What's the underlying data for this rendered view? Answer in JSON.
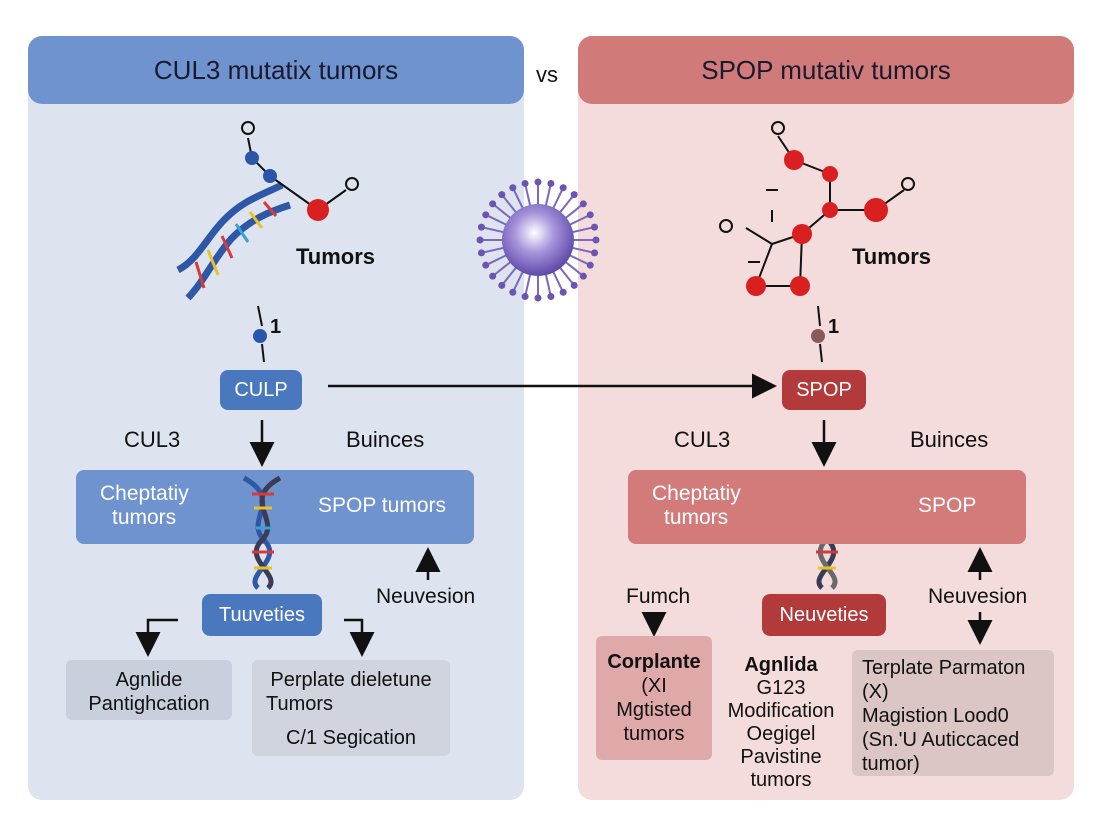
{
  "header": {
    "left_title": "CUL3 mutatix tumors",
    "vs": "vs",
    "right_title": "SPOP mutativ tumors"
  },
  "left": {
    "tumors_label": "Tumors",
    "marker_label": "1",
    "main_pill": "CULP",
    "label_left": "CUL3",
    "label_right": "Buinces",
    "band_left_line1": "Cheptatiy",
    "band_left_line2": "tumors",
    "band_right": "SPOP tumors",
    "sub_pill": "Tuuveties",
    "neuvesion": "Neuvesion",
    "card1": {
      "line1": "Agnlide",
      "line2": "Pantighcation"
    },
    "card2": {
      "line1": "Perplate dieletune",
      "line2": "Tumors",
      "line3": "C/1 Segication"
    }
  },
  "right": {
    "tumors_label": "Tumors",
    "marker_label": "1",
    "main_pill": "SPOP",
    "label_left": "CUL3",
    "label_right": "Buinces",
    "band_left_line1": "Cheptatiy",
    "band_left_line2": "tumors",
    "band_right": "SPOP",
    "sub_pill": "Neuveties",
    "fumch": "Fumch",
    "neuvesion": "Neuvesion",
    "card1": {
      "line1": "Corplante",
      "line2": "(XI",
      "line3": "Mgtisted",
      "line4": "tumors"
    },
    "middle_text": {
      "line1": "Agnlida",
      "line2": "G123",
      "line3": "Modification",
      "line4": "Oegigel",
      "line5": "Pavistine",
      "line6": "tumors"
    },
    "card2": {
      "line1": "Terplate Parmaton",
      "line2": "(X)",
      "line3": "Magistion Lood0",
      "line4": "(Sn.'U Auticcaced",
      "line5": "tumor)"
    }
  },
  "colors": {
    "left_header": "#6f93cf",
    "right_header": "#d07a7a",
    "left_panel": "#dde3ef",
    "right_panel": "#f4dcdc",
    "blue_pill": "#4a78be",
    "red_pill": "#b23a3a",
    "blue_band": "#6f93cf",
    "red_band": "#d37b7b",
    "atom_red": "#d91f1f",
    "atom_blue": "#2a55a8",
    "virus": "#8b78c8"
  },
  "icons": [
    "dna-helix-icon",
    "molecule-icon",
    "virus-icon",
    "arrow-icon"
  ]
}
